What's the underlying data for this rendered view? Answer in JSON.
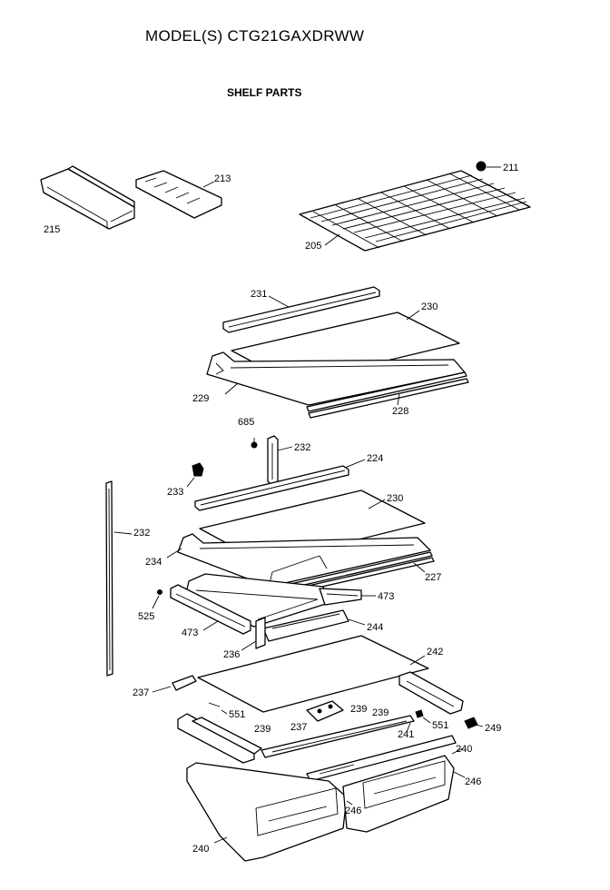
{
  "header": {
    "title": "MODEL(S) CTG21GAXDRWW",
    "subtitle": "SHELF PARTS"
  },
  "callouts": {
    "c215": "215",
    "c213": "213",
    "c211": "211",
    "c205": "205",
    "c231": "231",
    "c230a": "230",
    "c229": "229",
    "c228": "228",
    "c685": "685",
    "c232a": "232",
    "c224": "224",
    "c233": "233",
    "c230b": "230",
    "c232b": "232",
    "c234": "234",
    "c227": "227",
    "c473a": "473",
    "c525": "525",
    "c473b": "473",
    "c244": "244",
    "c236": "236",
    "c242": "242",
    "c237a": "237",
    "c551a": "551",
    "c239a": "239",
    "c239b": "239",
    "c239c": "239",
    "c237b": "237",
    "c551b": "551",
    "c249": "249",
    "c241": "241",
    "c240a": "240",
    "c246a": "246",
    "c246b": "246",
    "c240b": "240"
  }
}
